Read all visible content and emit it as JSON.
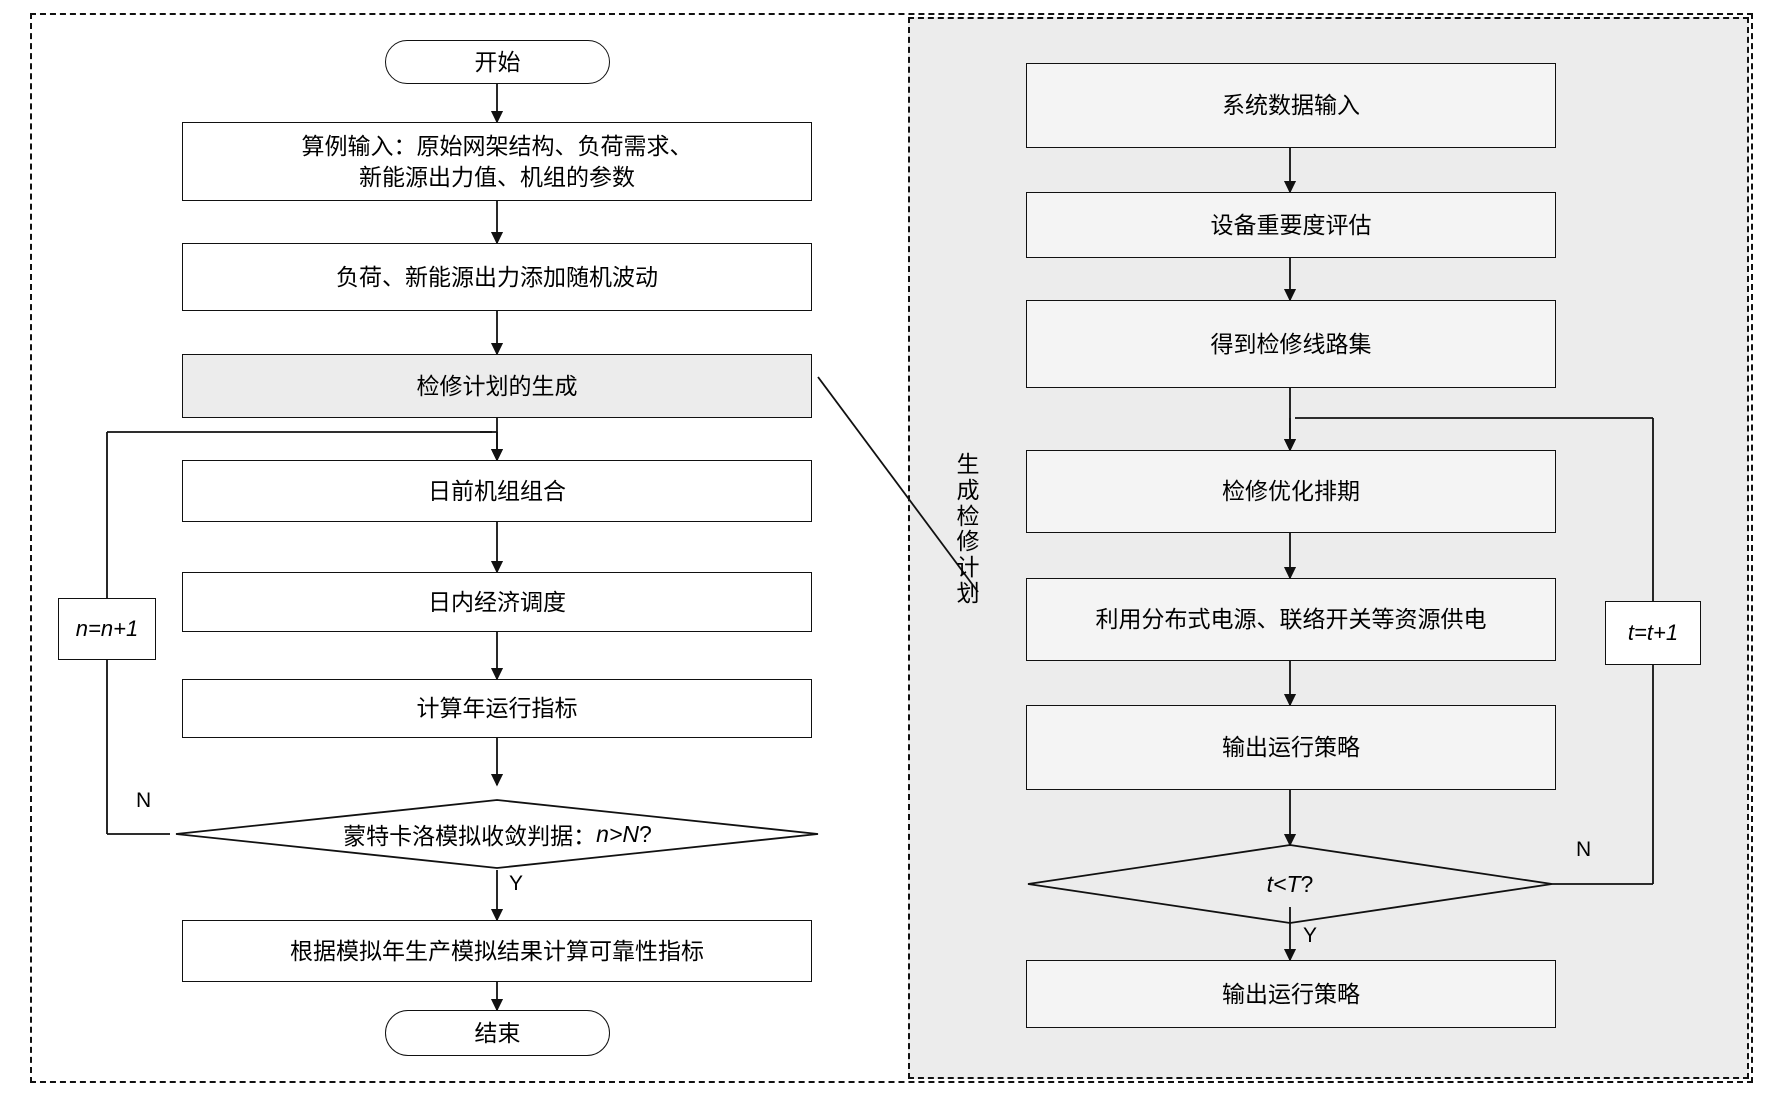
{
  "diagram": {
    "title_text": "",
    "left_flow": {
      "start": "开始",
      "input": "算例输入：原始网架结构、负荷需求、\n新能源出力值、机组的参数",
      "input_line1": "算例输入：原始网架结构、负荷需求、",
      "input_line2": "新能源出力值、机组的参数",
      "fluctuation": "负荷、新能源出力添加随机波动",
      "maintenance_plan": "检修计划的生成",
      "day_ahead_uc": "日前机组组合",
      "intraday_dispatch": "日内经济调度",
      "annual_index": "计算年运行指标",
      "decision": "蒙特卡洛模拟收敛判据：n>N?",
      "decision_plain": "蒙特卡洛模拟收敛判据：",
      "decision_italic": "n>N",
      "decision_tail": "?",
      "counter": "n=n+1",
      "reliability": "根据模拟年生产模拟结果计算可靠性指标",
      "end": "结束",
      "label_no": "N",
      "label_yes": "Y"
    },
    "right_flow": {
      "side_label": "生成检修计划",
      "side_label_chars": [
        "生",
        "成",
        "检",
        "修",
        "计",
        "划"
      ],
      "data_input": "系统数据输入",
      "importance": "设备重要度评估",
      "line_set": "得到检修线路集",
      "schedule_opt": "检修优化排期",
      "resources": "利用分布式电源、联络开关等资源供电",
      "output_strategy_1": "输出运行策略",
      "decision": "t<T?",
      "decision_italic": "t<T",
      "decision_tail": "?",
      "counter": "t=t+1",
      "output_strategy_2": "输出运行策略",
      "label_no": "N",
      "label_yes": "Y"
    },
    "colors": {
      "frame": "#111111",
      "right_panel_bg": "#ececec",
      "node_bg": "#ffffff",
      "node_shaded_bg": "#ececec",
      "right_node_bg": "#f4f4f4",
      "text": "#000000"
    }
  }
}
